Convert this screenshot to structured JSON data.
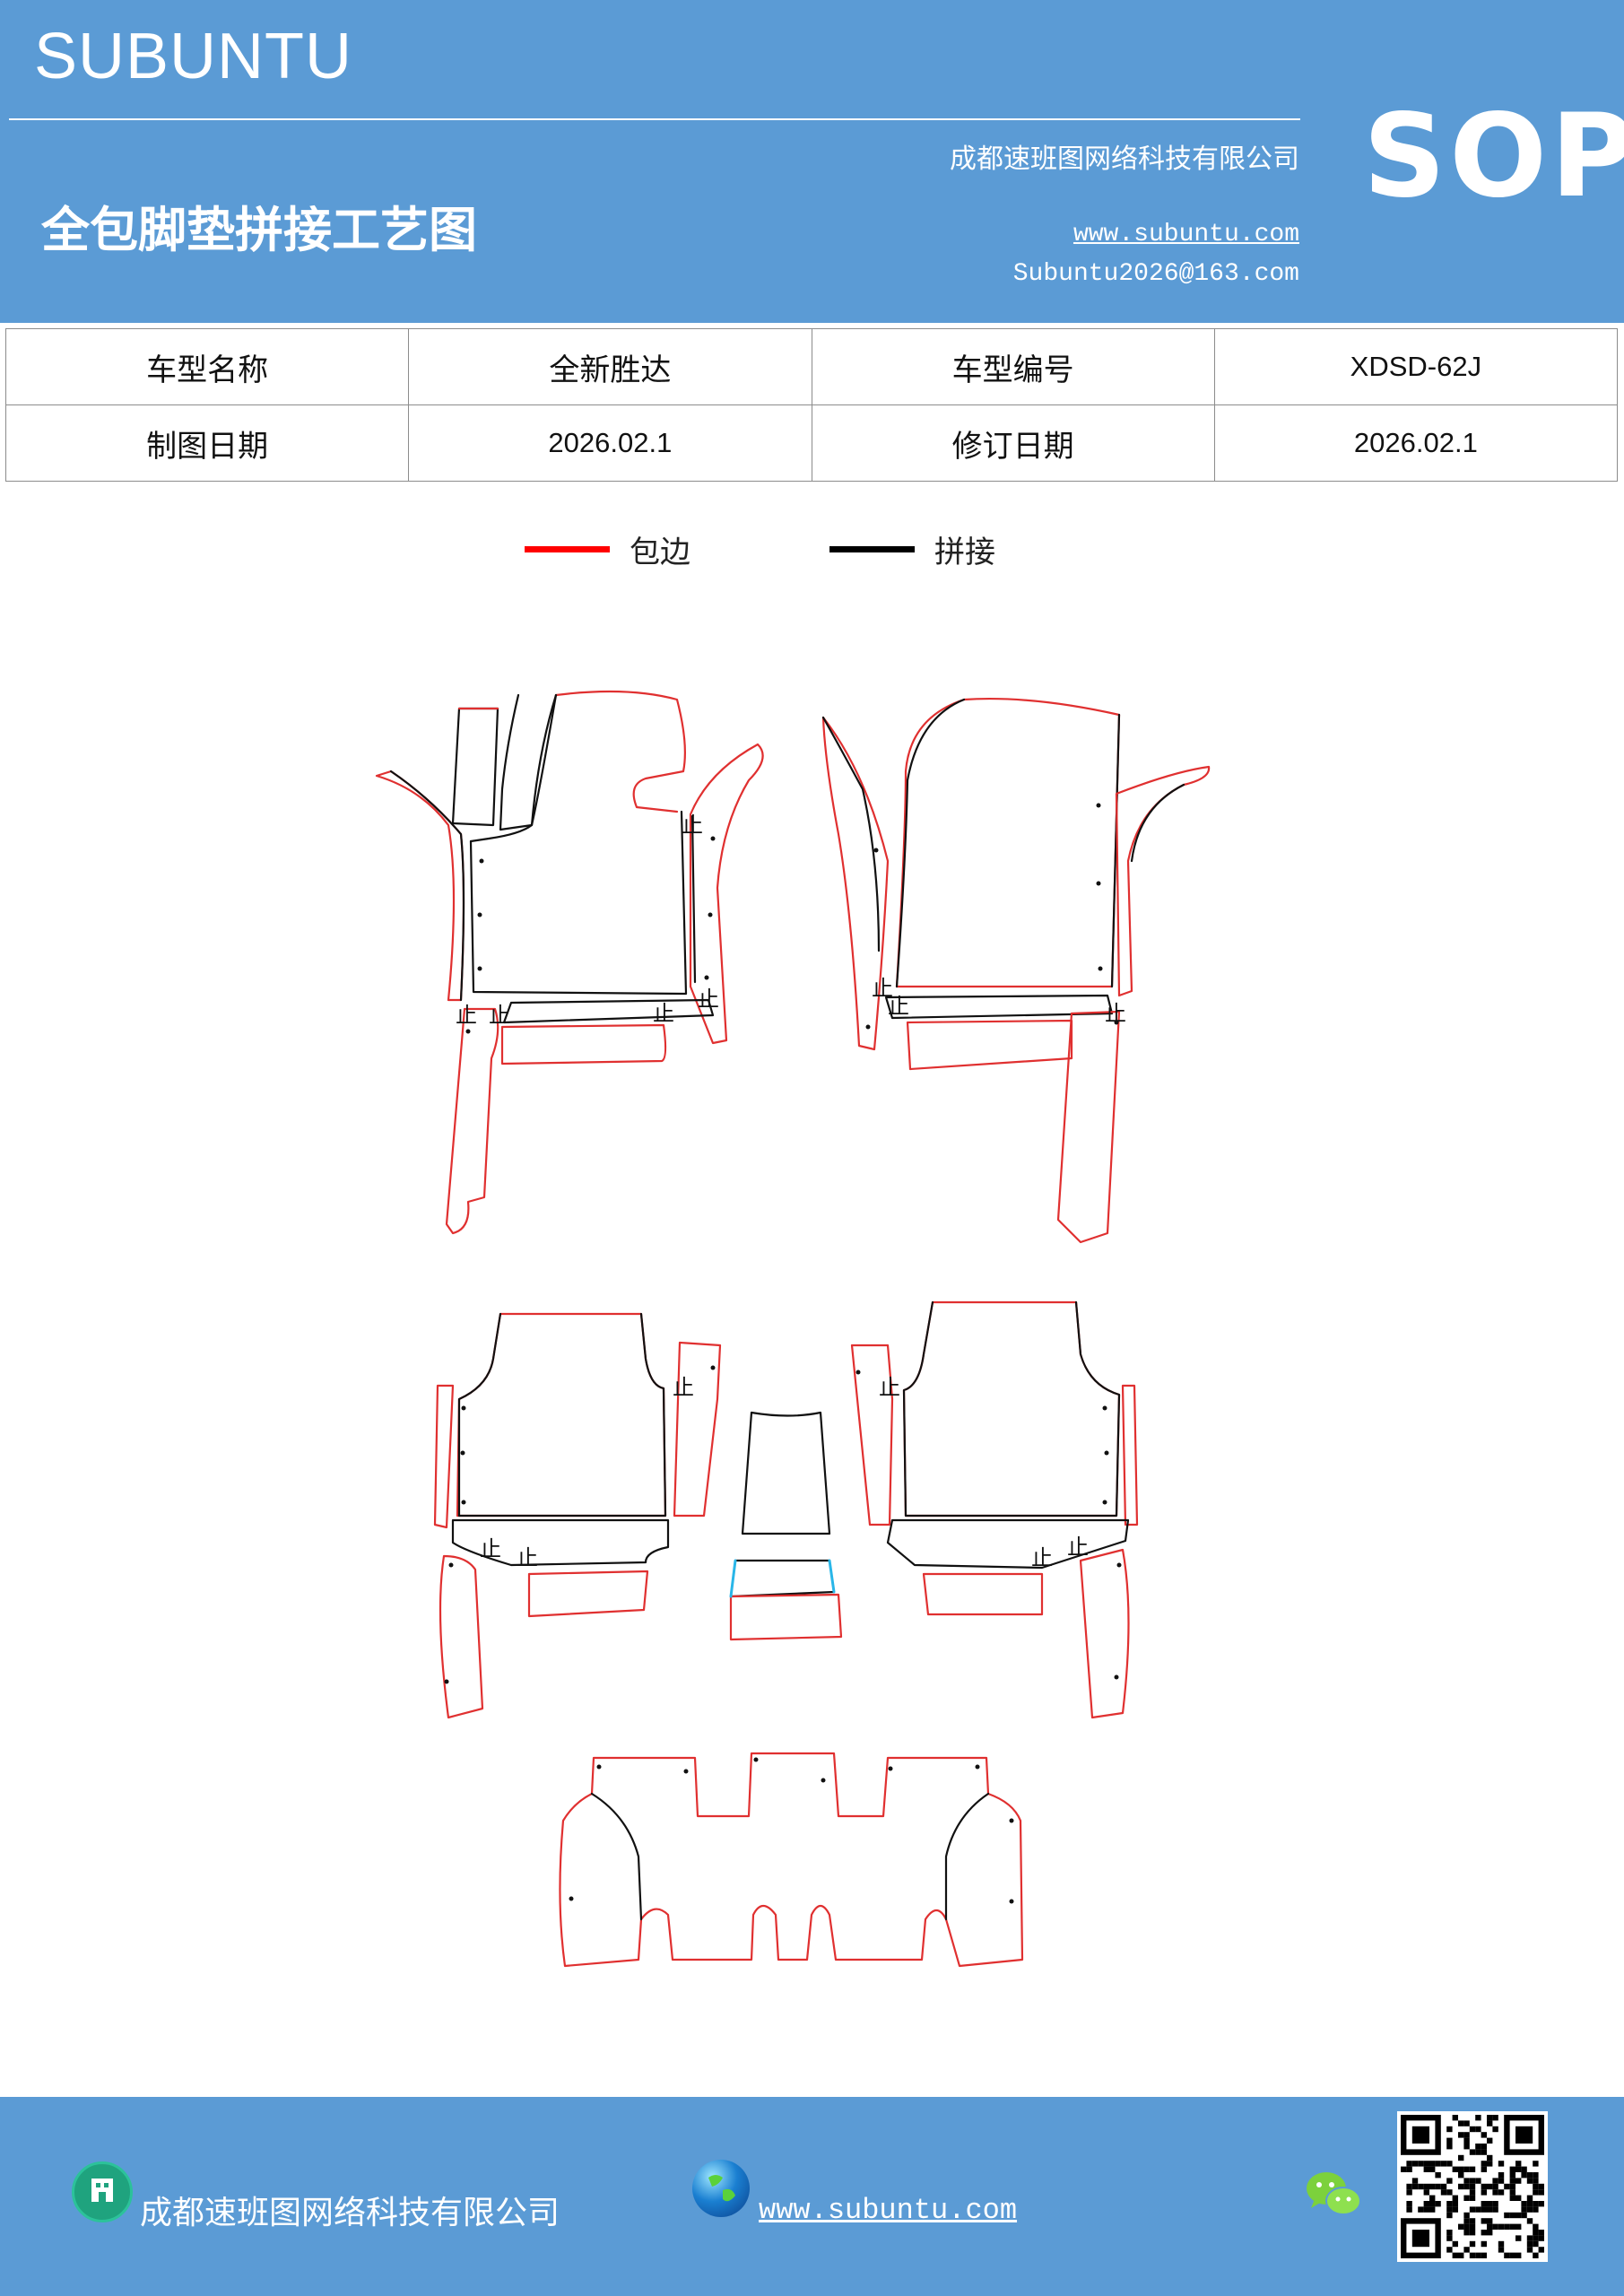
{
  "header": {
    "brand": "SUBUNTU",
    "company": "成都速班图网络科技有限公司",
    "title": "全包脚垫拼接工艺图",
    "website": "www.subuntu.com",
    "email": "Subuntu2026@163.com",
    "doc_type": "SOP"
  },
  "info_table": {
    "rows": [
      [
        "车型名称",
        "全新胜达",
        "车型编号",
        "XDSD-62J"
      ],
      [
        "制图日期",
        "2026.02.1",
        "修订日期",
        "2026.02.1"
      ]
    ]
  },
  "legend": {
    "items": [
      {
        "label": "包边",
        "color": "#ff0000"
      },
      {
        "label": "拼接",
        "color": "#000000"
      }
    ]
  },
  "drawing": {
    "stop_mark": "止",
    "colors": {
      "edge": "#e03030",
      "seam": "#111111",
      "accent": "#29b6e8"
    }
  },
  "footer": {
    "company": "成都速班图网络科技有限公司",
    "website": "www.subuntu.com",
    "icons": [
      "building-icon",
      "globe-icon",
      "wechat-icon",
      "qr-code"
    ]
  }
}
